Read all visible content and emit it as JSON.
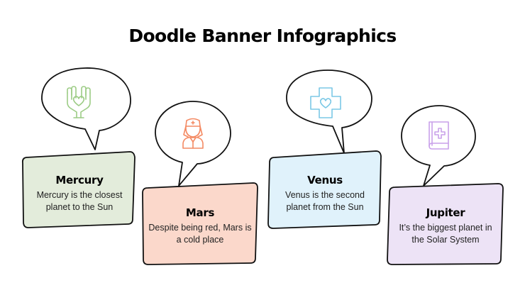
{
  "title": "Doodle Banner Infographics",
  "items": [
    {
      "name": "Mercury",
      "desc": "Mercury is the closest planet to the Sun",
      "fill": "#e3ecdb",
      "icon": "heart-hands-icon",
      "icon_color": "#9ccc85"
    },
    {
      "name": "Mars",
      "desc": "Despite being red, Mars is a cold place",
      "fill": "#fbd8cb",
      "icon": "nurse-icon",
      "icon_color": "#f48a63"
    },
    {
      "name": "Venus",
      "desc": "Venus is the second planet from the Sun",
      "fill": "#e0f2fb",
      "icon": "medical-cross-heart-icon",
      "icon_color": "#7bc8e6"
    },
    {
      "name": "Jupiter",
      "desc": "It’s the biggest planet in the Solar System",
      "fill": "#ede3f6",
      "icon": "medical-book-icon",
      "icon_color": "#c9a1ea"
    }
  ]
}
